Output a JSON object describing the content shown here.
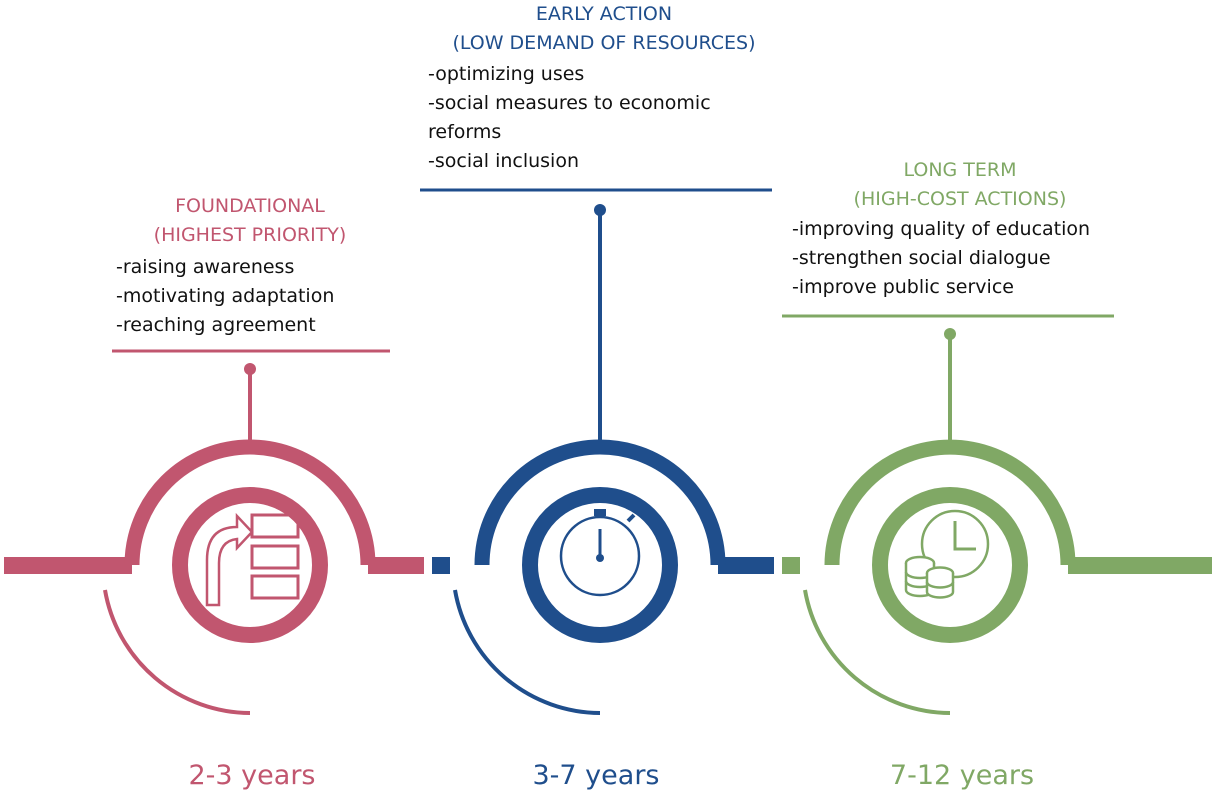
{
  "colors": {
    "stage1": "#c1566f",
    "stage2": "#1f4e8c",
    "stage3": "#80a865"
  },
  "stages": [
    {
      "title": "FOUNDATIONAL",
      "subtitle": "(HIGHEST PRIORITY)",
      "items": [
        "-raising awareness",
        "-motivating adaptation",
        "-reaching agreement"
      ],
      "duration": "2-3 years",
      "icon": "documents-arrow-icon"
    },
    {
      "title": "EARLY ACTION",
      "subtitle": "(LOW DEMAND OF RESOURCES)",
      "items": [
        "-optimizing uses",
        "-social measures to economic",
        "reforms",
        "-social inclusion"
      ],
      "duration": "3-7 years",
      "icon": "stopwatch-icon"
    },
    {
      "title": "LONG TERM",
      "subtitle": "(HIGH-COST ACTIONS)",
      "items": [
        "-improving quality of education",
        "-strengthen social dialogue",
        "-improve public service"
      ],
      "duration": "7-12 years",
      "icon": "clock-coins-icon"
    }
  ]
}
